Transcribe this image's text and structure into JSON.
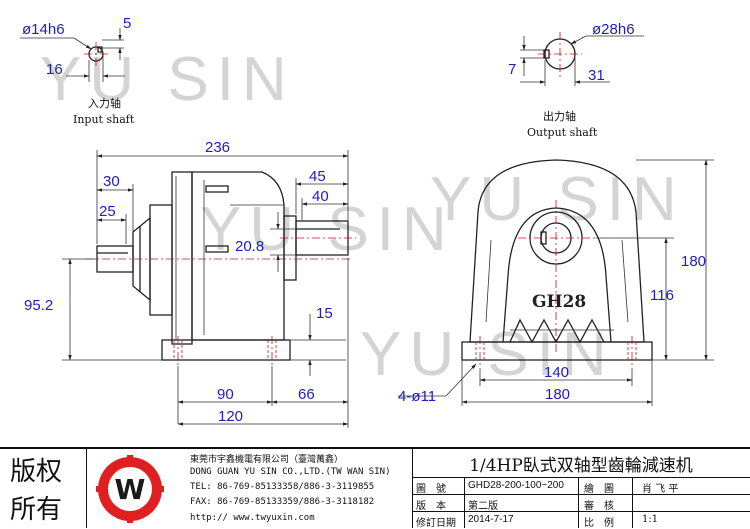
{
  "watermark": {
    "text": "YU SIN"
  },
  "input_shaft": {
    "title_cn": "入力轴",
    "title_en": "Input shaft",
    "dia": "ø14h6",
    "dim_key": "5",
    "dim_depth": "16"
  },
  "output_shaft": {
    "title_cn": "出力轴",
    "title_en": "Output shaft",
    "dia": "ø28h6",
    "dim_key": "7",
    "dim_depth": "31"
  },
  "front_view": {
    "overall_length": "236",
    "d30": "30",
    "d25": "25",
    "d45": "45",
    "d40": "40",
    "d20_8": "20.8",
    "d95_2": "95.2",
    "d15": "15",
    "d90": "90",
    "d66": "66",
    "d120": "120"
  },
  "side_view": {
    "model_mark": "GH28",
    "height": "180",
    "center_height": "116",
    "d140": "140",
    "d180": "180",
    "holes": "4-ø11"
  },
  "title_block": {
    "copyright_1": "版权",
    "copyright_2": "所有",
    "company_cn": "東莞市宇鑫機電有限公司（臺灣萬鑫）",
    "company_en": "DONG GUAN YU SIN CO.,LTD.(TW WAN SIN)",
    "tel": "TEL: 86-769-85133358/886-3-3119855",
    "fax": "FAX: 86-769-85133359/886-3-3118182",
    "web": "http:// www.twyuxin.com",
    "product_title": "1/4HP臥式双轴型齒輪減速机",
    "rows": [
      {
        "l1": "圖　號",
        "v1": "GHD28-200-100~200",
        "l2": "繪　圖",
        "v2": "肖 飞 平"
      },
      {
        "l1": "版　本",
        "v1": "第二版",
        "l2": "審　核",
        "v2": ""
      },
      {
        "l1": "修訂日期",
        "v1": "2014-7-17",
        "l2": "比　例",
        "v2": "1:1"
      }
    ],
    "logo_letter": "W"
  }
}
